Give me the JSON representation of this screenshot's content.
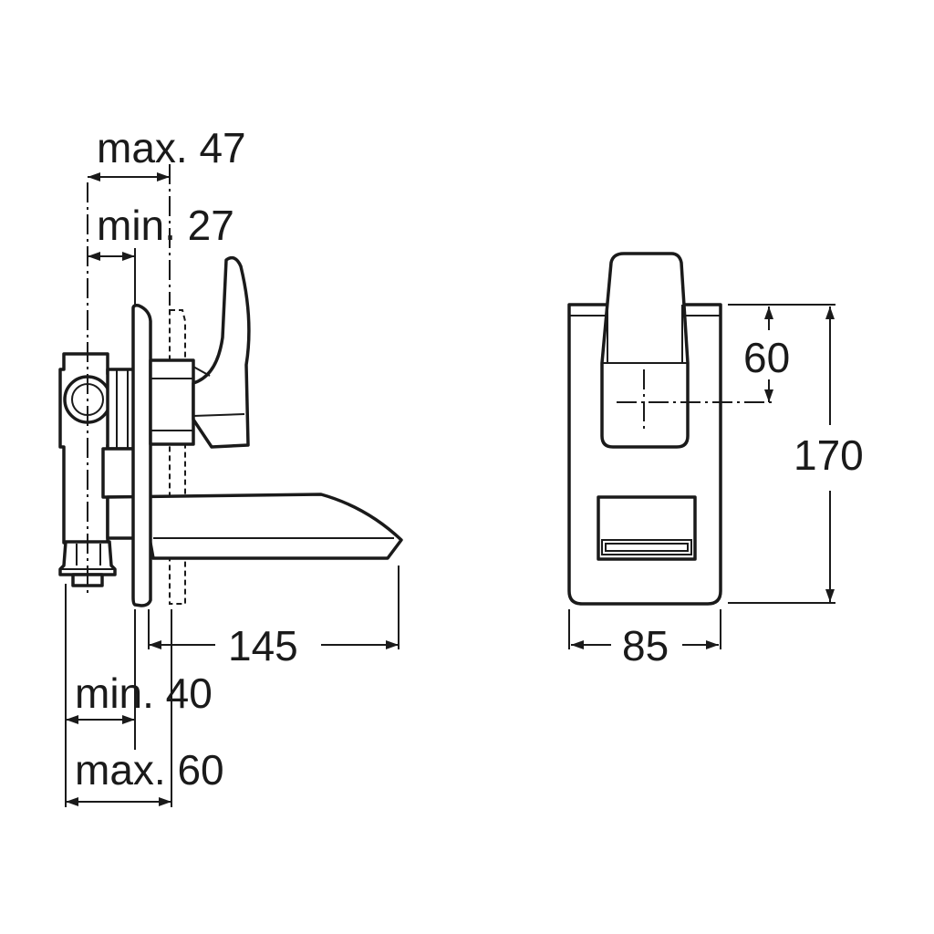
{
  "dimensions": {
    "max_47": "max. 47",
    "min_27": "min. 27",
    "d_145": "145",
    "min_40": "min. 40",
    "max_60": "max. 60",
    "d_60": "60",
    "d_170": "170",
    "d_85": "85"
  }
}
